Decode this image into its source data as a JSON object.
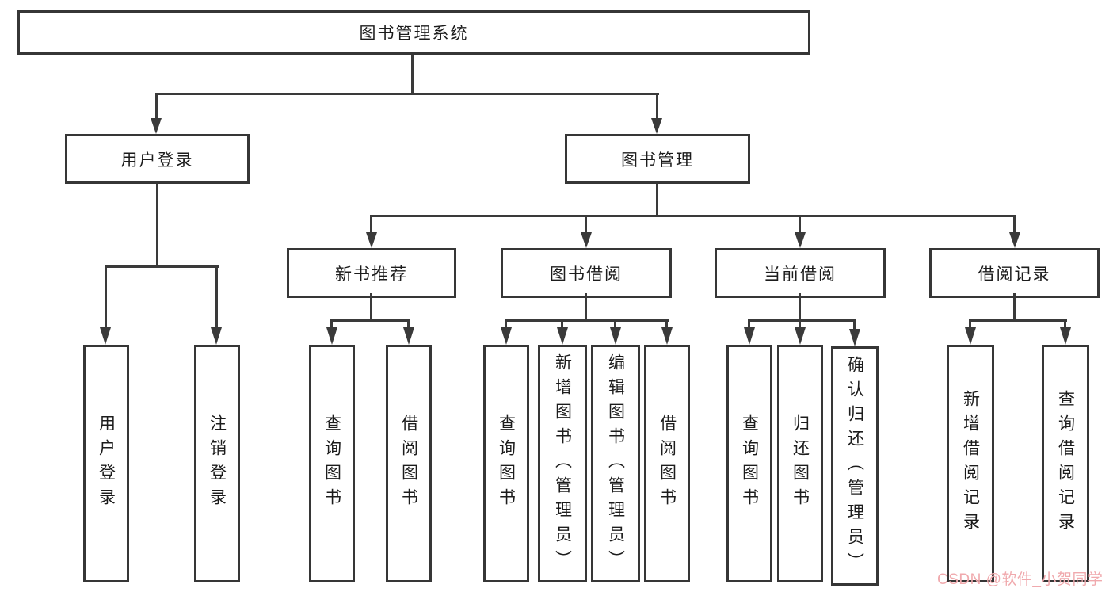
{
  "diagram": {
    "root": {
      "label": "图书管理系统"
    },
    "level2": [
      {
        "label": "用户登录"
      },
      {
        "label": "图书管理"
      }
    ],
    "level3": [
      {
        "label": "新书推荐"
      },
      {
        "label": "图书借阅"
      },
      {
        "label": "当前借阅"
      },
      {
        "label": "借阅记录"
      }
    ],
    "leaves": [
      {
        "label": "用户登录"
      },
      {
        "label": "注销登录"
      },
      {
        "label": "查询图书"
      },
      {
        "label": "借阅图书"
      },
      {
        "label": "查询图书"
      },
      {
        "label": "新增图书（管理员）"
      },
      {
        "label": "编辑图书（管理员）"
      },
      {
        "label": "借阅图书"
      },
      {
        "label": "查询图书"
      },
      {
        "label": "归还图书"
      },
      {
        "label": "确认归还（管理员）"
      },
      {
        "label": "新增借阅记录"
      },
      {
        "label": "查询借阅记录"
      }
    ],
    "colors": {
      "line": "#3a3a3a",
      "border": "#363636",
      "text": "#1c1c1c",
      "background": "#ffffff",
      "watermark": "#f0a9ad"
    }
  },
  "watermark": {
    "text": "CSDN @软件_小贺同学"
  }
}
